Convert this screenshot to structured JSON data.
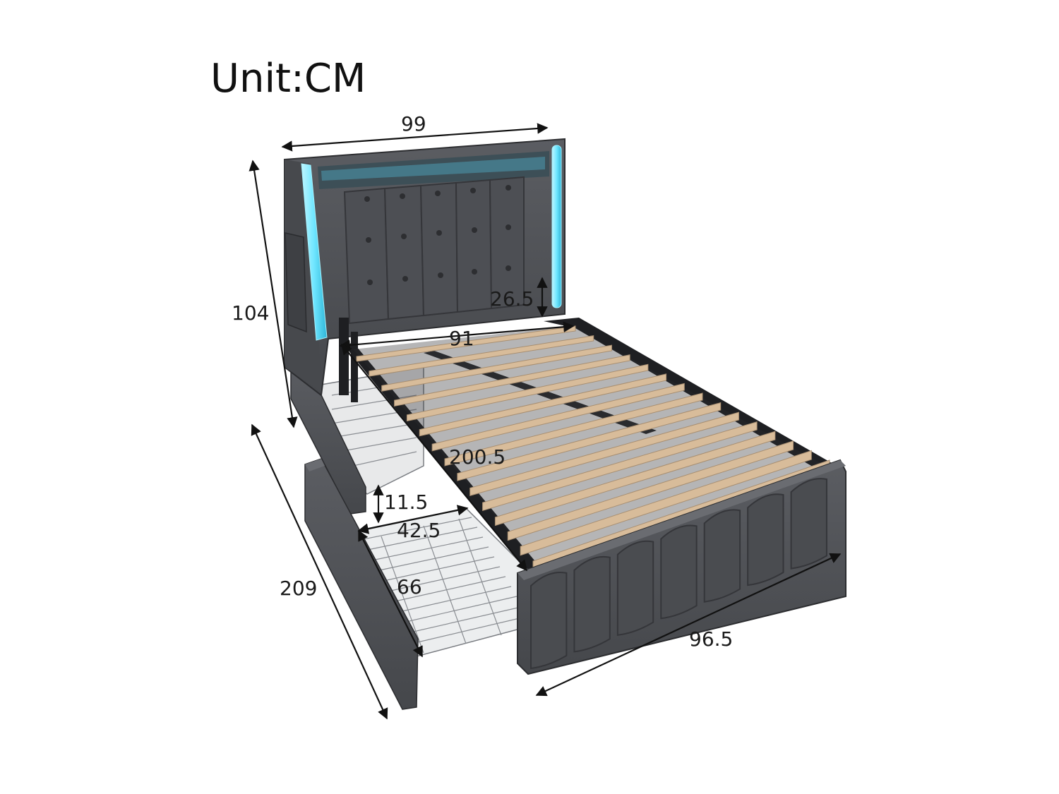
{
  "unit_label": "Unit:CM",
  "dimensions": {
    "headboard_width": "99",
    "total_height": "104",
    "headboard_panel_height": "26.5",
    "inner_width": "91",
    "inner_length": "200.5",
    "drawer_height": "11.5",
    "drawer_width": "42.5",
    "drawer_depth": "66",
    "total_length": "209",
    "footboard_width": "96.5"
  },
  "colors": {
    "fabric": "#505257",
    "fabric_dark": "#3a3c40",
    "led": "#6fe6ff",
    "slat": "#d8bc9a",
    "frame": "#1e1f22",
    "wire": "#8a8d92",
    "line": "#111111"
  }
}
